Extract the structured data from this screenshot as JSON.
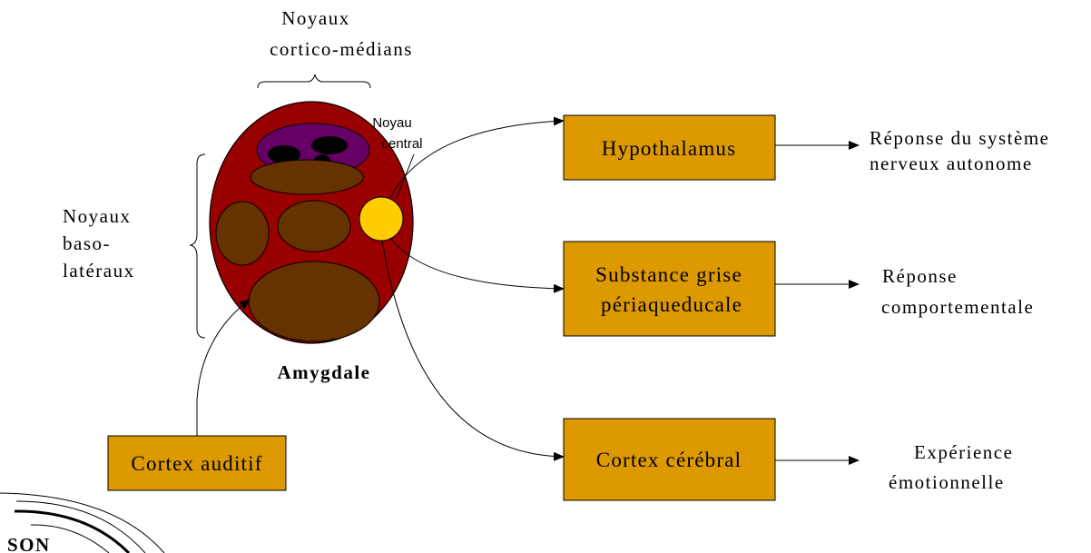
{
  "labels": {
    "cortico_line1": "Noyaux",
    "cortico_line2": "cortico-médians",
    "central_line1": "Noyau",
    "central_line2": "central",
    "baso_line1": "Noyaux",
    "baso_line2": "baso-",
    "baso_line3": "latéraux",
    "amygdale": "Amygdale",
    "son": "SON"
  },
  "boxes": {
    "hypothalamus": "Hypothalamus",
    "substance_line1": "Substance grise",
    "substance_line2": "périaqueducale",
    "cortex_cerebral": "Cortex cérébral",
    "cortex_auditif": "Cortex auditif"
  },
  "outputs": {
    "autonome_line1": "Réponse du système",
    "autonome_line2": "nerveux autonome",
    "comport_line1": "Réponse",
    "comport_line2": "comportementale",
    "emotion_line1": "Expérience",
    "emotion_line2": "émotionnelle"
  },
  "colors": {
    "amygdala": "#990000",
    "nucleus": "#663300",
    "cortico": "#660066",
    "central": "#ffcc00",
    "box": "#dd9900"
  }
}
